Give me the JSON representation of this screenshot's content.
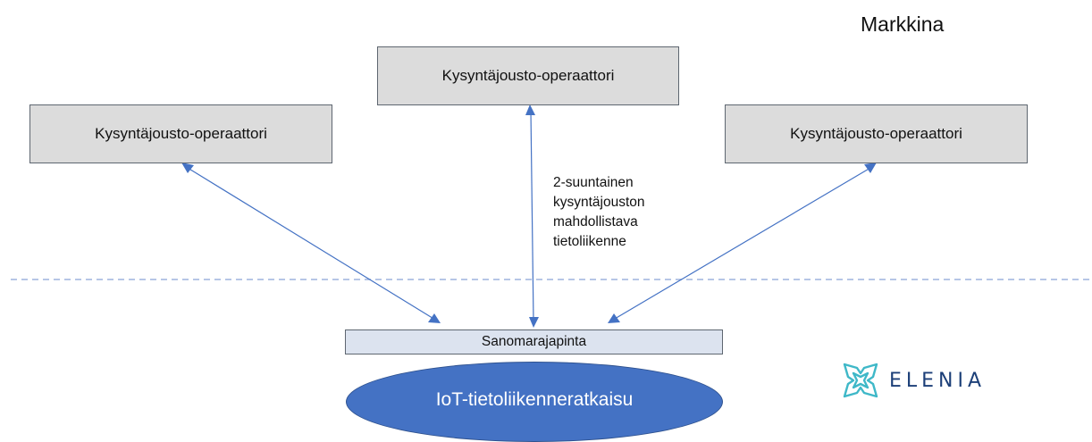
{
  "region": {
    "label": "Markkina"
  },
  "operators": {
    "left": "Kysyntäjousto-operaattori",
    "center": "Kysyntäjousto-operaattori",
    "right": "Kysyntäjousto-operaattori"
  },
  "flow_note": {
    "lines": [
      "2-suuntainen",
      "kysyntäjouston",
      "mahdollistava",
      "tietoliikenne"
    ]
  },
  "interface": {
    "label": "Sanomarajapinta"
  },
  "iot": {
    "label": "IoT-tietoliikenneratkaisu"
  },
  "logo": {
    "text": "ELENIA",
    "color": "#1c3f78",
    "accent": "#3fb8c8"
  },
  "colors": {
    "arrow": "#4472c4",
    "divider": "#9db3dd",
    "box_fill": "#dcdcdc",
    "interface_fill": "#dce3ef",
    "ellipse_fill": "#4472c4"
  }
}
